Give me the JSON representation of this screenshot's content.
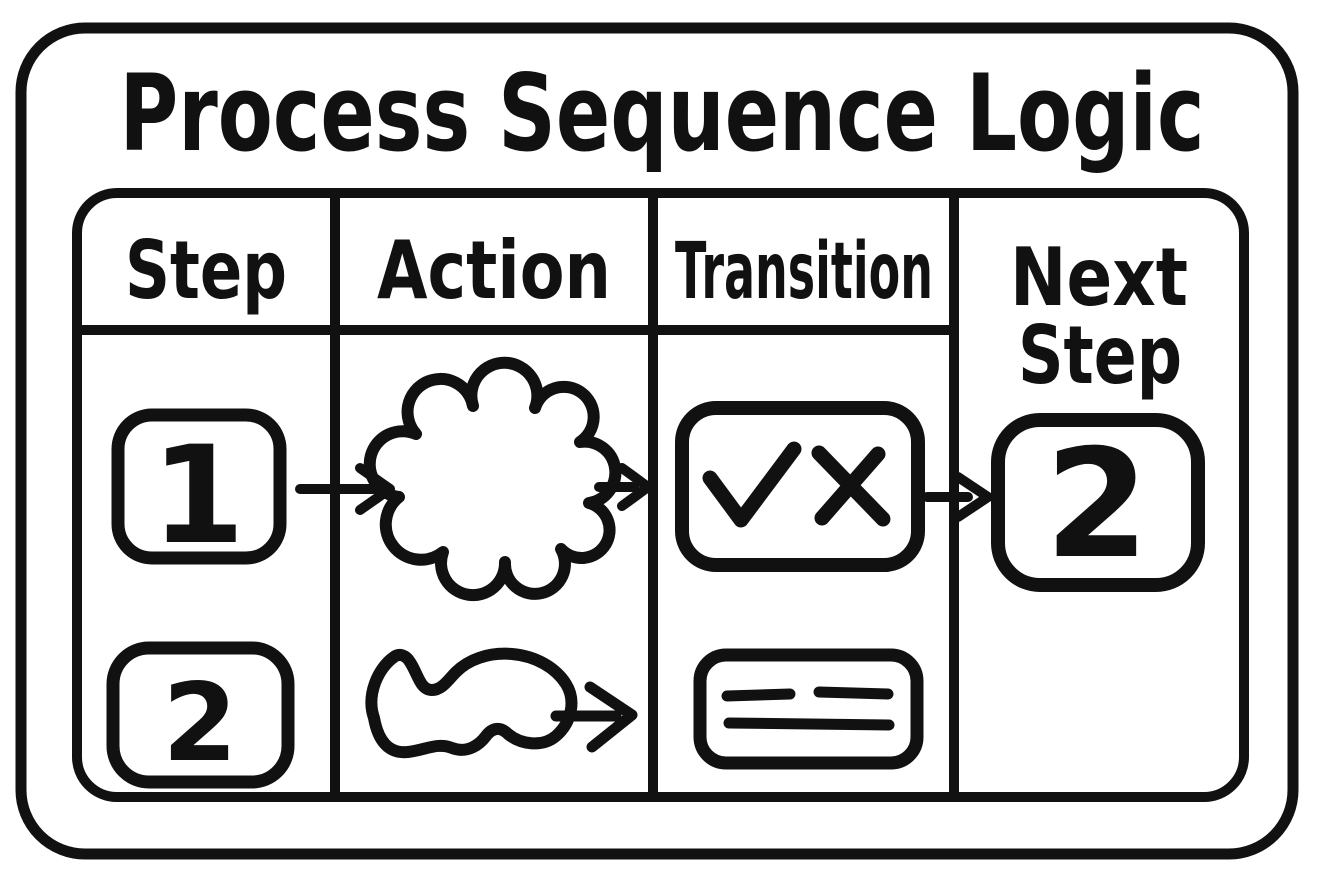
{
  "title": "Process Sequence Logic",
  "colors": {
    "ink": "#111111",
    "background": "#ffffff"
  },
  "icons": {
    "cloud": "☁",
    "scribble_blob": "〰",
    "arrow_right": "→",
    "check": "✓",
    "cross": "✕",
    "note_lines": "≡"
  },
  "table": {
    "headers": [
      {
        "label": "Step"
      },
      {
        "label": "Action"
      },
      {
        "label": "Transition"
      },
      {
        "label_line1": "Next",
        "label_line2": "Step"
      }
    ],
    "rows": [
      {
        "step": "1",
        "action_icon": "cloud-icon",
        "transition_icon": "check-cross-box-icon",
        "next_step": "2"
      },
      {
        "step": "2",
        "action_icon": "scribble-blob-icon",
        "transition_icon": "note-lines-box-icon",
        "next_step": ""
      }
    ]
  }
}
